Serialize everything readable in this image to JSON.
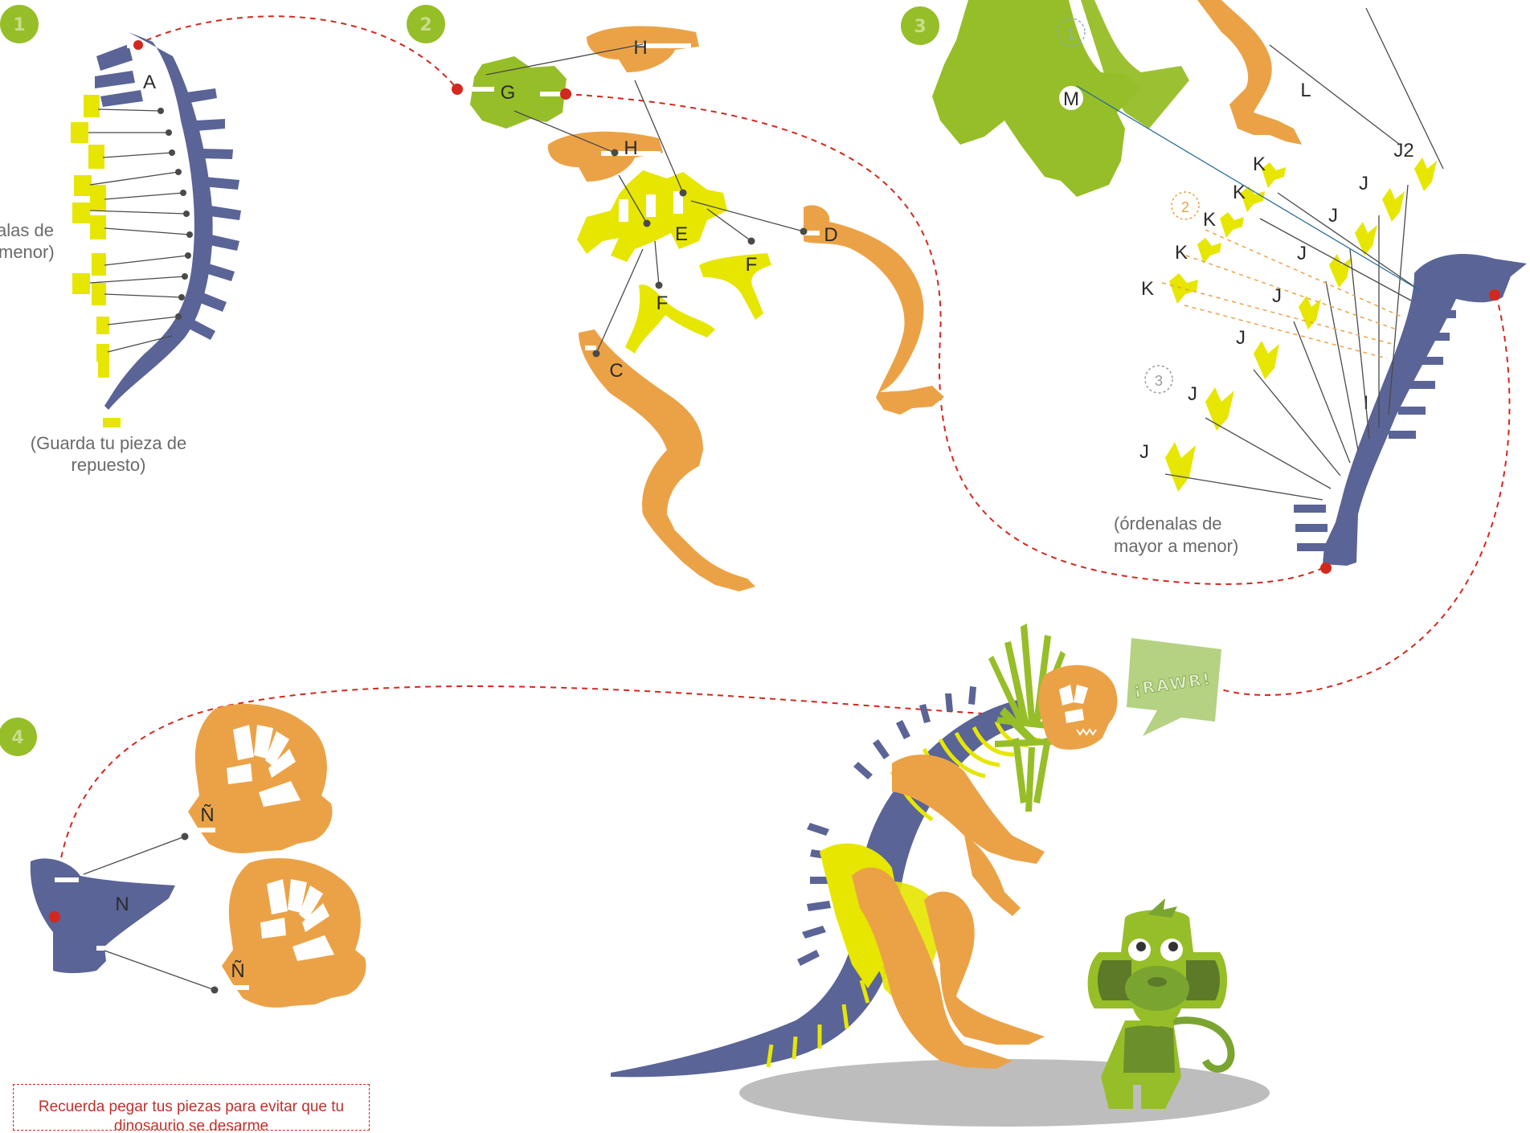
{
  "steps": [
    "1",
    "2",
    "3",
    "4"
  ],
  "step1": {
    "note_partial": [
      "alas de",
      "menor)"
    ],
    "label_a": "A",
    "spare_note": [
      "(Guarda tu pieza de",
      "repuesto)"
    ]
  },
  "step2": {
    "labels": {
      "g": "G",
      "h1": "H",
      "h2": "H",
      "e": "E",
      "d": "D",
      "f1": "F",
      "f2": "F",
      "c": "C"
    }
  },
  "step3": {
    "sub_steps": [
      "1",
      "2",
      "3"
    ],
    "labels": {
      "m": "M",
      "l": "L",
      "j2": "J2",
      "i": "I",
      "k": "K",
      "j": "J"
    },
    "order_note": [
      "(órdenalas de",
      "mayor a menor)"
    ]
  },
  "step4": {
    "labels": {
      "n": "N",
      "enye1": "Ñ",
      "enye2": "Ñ"
    }
  },
  "speech_bubble": "¡RAWR!",
  "reminder": [
    "Recuerda pegar tus piezas para evitar que tu",
    "dinosaurio se desarme"
  ],
  "colors": {
    "navy": "#5a6496",
    "orange": "#eba246",
    "yellow": "#e6e600",
    "green": "#96be28",
    "light_green": "#c8dc8c",
    "red_dash": "#d2281e",
    "connector": "#4a4a4a",
    "shadow": "#bdbdbd"
  }
}
